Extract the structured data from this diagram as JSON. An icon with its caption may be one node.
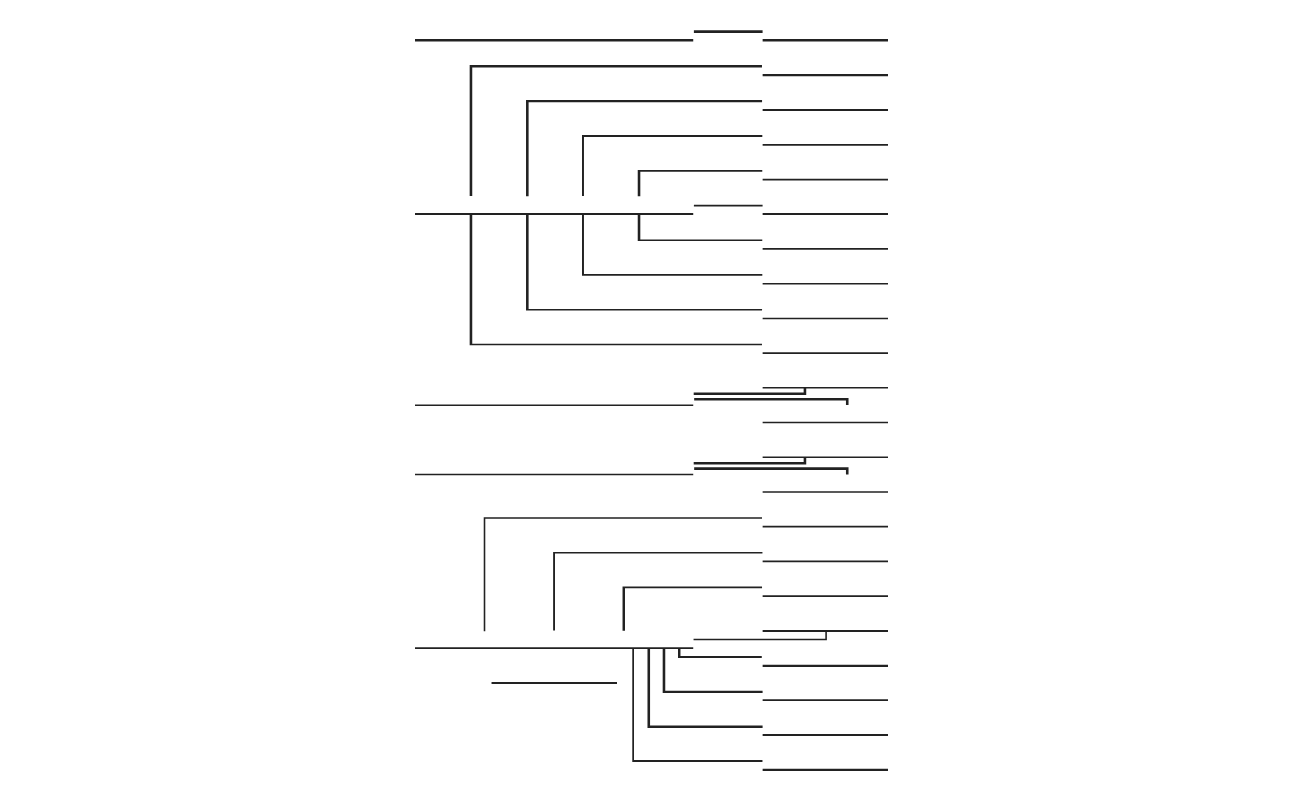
{
  "diagram": {
    "nodes": [
      {
        "text": [],
        "shape": "line"
      },
      {
        "text": [],
        "shape": "line"
      },
      {
        "text": [],
        "shape": "line"
      },
      {
        "text": [],
        "shape": "line"
      },
      {
        "text": [],
        "shape": "line"
      },
      {
        "text": [],
        "shape": "line"
      },
      {
        "text": [],
        "shape": "line"
      },
      {
        "text": [],
        "shape": "line"
      },
      {
        "text": [],
        "shape": "line"
      },
      {
        "text": [],
        "shape": "line"
      },
      {
        "text": [],
        "shape": "line"
      },
      {
        "text": [],
        "shape": "line"
      },
      {
        "text": [],
        "shape": "line"
      },
      {
        "text": [],
        "shape": "line"
      },
      {
        "text": [],
        "shape": "line"
      },
      {
        "text": [],
        "shape": "line"
      },
      {
        "text": [],
        "shape": "line"
      },
      {
        "text": [],
        "shape": "line"
      },
      {
        "text": [],
        "shape": "line"
      },
      {
        "text": [],
        "shape": "line"
      },
      {
        "text": [],
        "shape": "line"
      },
      {
        "text": [],
        "shape": "line"
      },
      {
        "text": [],
        "shape": "line"
      },
      {
        "text": [],
        "shape": "line"
      },
      {
        "text": [],
        "shape": "line"
      },
      {
        "text": [],
        "shape": "line"
      },
      {
        "text": [],
        "shape": "line"
      },
      {
        "text": [],
        "shape": "line"
      }
    ],
    "edges": [
      {
        "from": 1,
        "to": 2,
        "arrow": "none"
      },
      {
        "from": 1,
        "to": 3,
        "arrow": "none"
      },
      {
        "from": 1,
        "to": 4,
        "arrow": "none"
      },
      {
        "from": 1,
        "to": 5,
        "arrow": "none"
      },
      {
        "from": 1,
        "to": 6,
        "arrow": "none"
      },
      {
        "from": 1,
        "to": 7,
        "arrow": "none"
      },
      {
        "from": 1,
        "to": 8,
        "arrow": "none"
      },
      {
        "from": 1,
        "to": 9,
        "arrow": "none"
      },
      {
        "from": 10,
        "to": 11,
        "arrow": "none"
      },
      {
        "from": 10,
        "to": 12,
        "arrow": "none"
      },
      {
        "from": 13,
        "to": 14,
        "arrow": "none"
      },
      {
        "from": 13,
        "to": 15,
        "arrow": "none"
      },
      {
        "from": 16,
        "to": 17,
        "arrow": "none"
      },
      {
        "from": 16,
        "to": 18,
        "arrow": "none"
      },
      {
        "from": 16,
        "to": 19,
        "arrow": "none"
      },
      {
        "from": 16,
        "to": 20,
        "arrow": "none"
      },
      {
        "from": 16,
        "to": 21,
        "arrow": "none"
      },
      {
        "from": 16,
        "to": 22,
        "arrow": "none"
      },
      {
        "from": 16,
        "to": 23,
        "arrow": "none"
      },
      {
        "from": 16,
        "to": 24,
        "arrow": "none"
      },
      {
        "from": 16,
        "to": 25,
        "arrow": "none"
      },
      {
        "from": 26,
        "to": 27,
        "arrow": "none"
      }
    ]
  }
}
